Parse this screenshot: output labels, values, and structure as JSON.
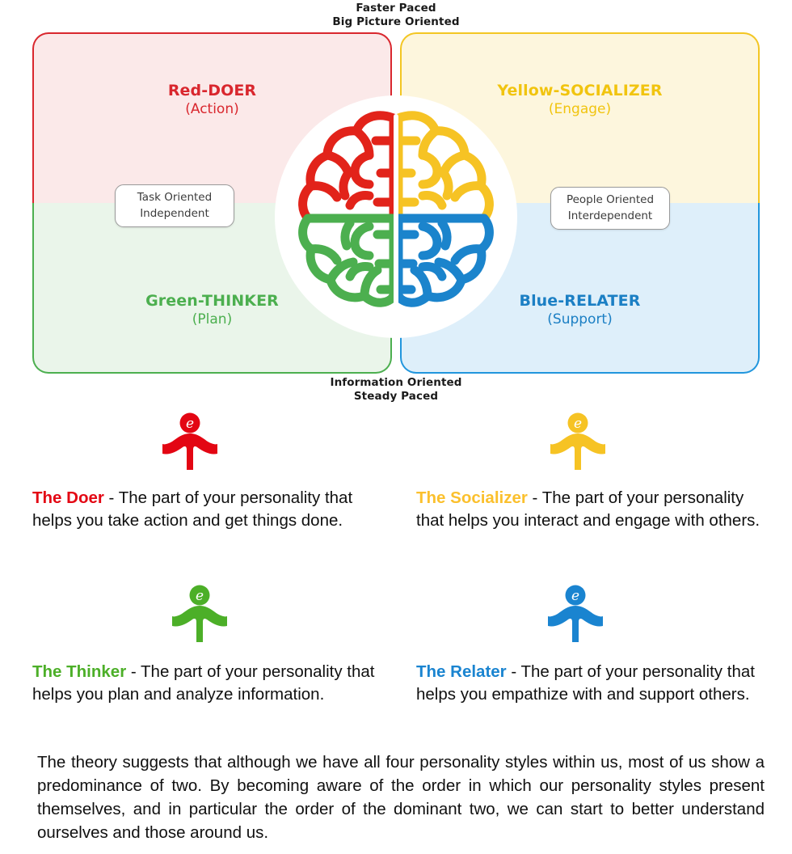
{
  "diagram": {
    "axis_top": {
      "line1": "Faster Paced",
      "line2": "Big Picture Oriented"
    },
    "axis_bottom": {
      "line1": "Information Oriented",
      "line2": "Steady Paced"
    },
    "pill_left": {
      "line1": "Task Oriented",
      "line2": "Independent"
    },
    "pill_right": {
      "line1": "People Oriented",
      "line2": "Interdependent"
    },
    "center_icon": "brain-icon",
    "quadrants": [
      {
        "key": "red",
        "title": "Red-DOER",
        "subtitle": "(Action)",
        "color": "#d9272e",
        "fill": "#fbe9e9"
      },
      {
        "key": "yellow",
        "title": "Yellow-SOCIALIZER",
        "subtitle": "(Engage)",
        "color": "#f1c40f",
        "fill": "#fdf6dd"
      },
      {
        "key": "green",
        "title": "Green-THINKER",
        "subtitle": "(Plan)",
        "color": "#4caf4f",
        "fill": "#eaf5ea"
      },
      {
        "key": "blue",
        "title": "Blue-RELATER",
        "subtitle": "(Support)",
        "color": "#1b7fc4",
        "fill": "#deeffa"
      }
    ]
  },
  "cards": [
    {
      "key": "doer",
      "icon": "person-figure-icon",
      "color": "#e30613",
      "lead": "The Doer",
      "body": " - The part of your personality that helps you take action and get things done."
    },
    {
      "key": "socializer",
      "icon": "person-figure-icon",
      "color": "#fbc02d",
      "lead": "The Socializer",
      "body": " - The part of your personality that helps you interact and engage with others."
    },
    {
      "key": "thinker",
      "icon": "person-figure-icon",
      "color": "#4caf28",
      "lead": "The Thinker",
      "body": " - The part of your personality that helps you plan and analyze information."
    },
    {
      "key": "relater",
      "icon": "person-figure-icon",
      "color": "#1a84d0",
      "lead": "The Relater",
      "body": " - The part of your personality that helps you empathize with and support others."
    }
  ],
  "summary": "The theory suggests that although we have all four personality styles within us, most of us show a predominance of two. By becoming aware of the order in which our personality styles present themselves, and in particular the order of the dominant two, we can start to better understand ourselves and those around us."
}
